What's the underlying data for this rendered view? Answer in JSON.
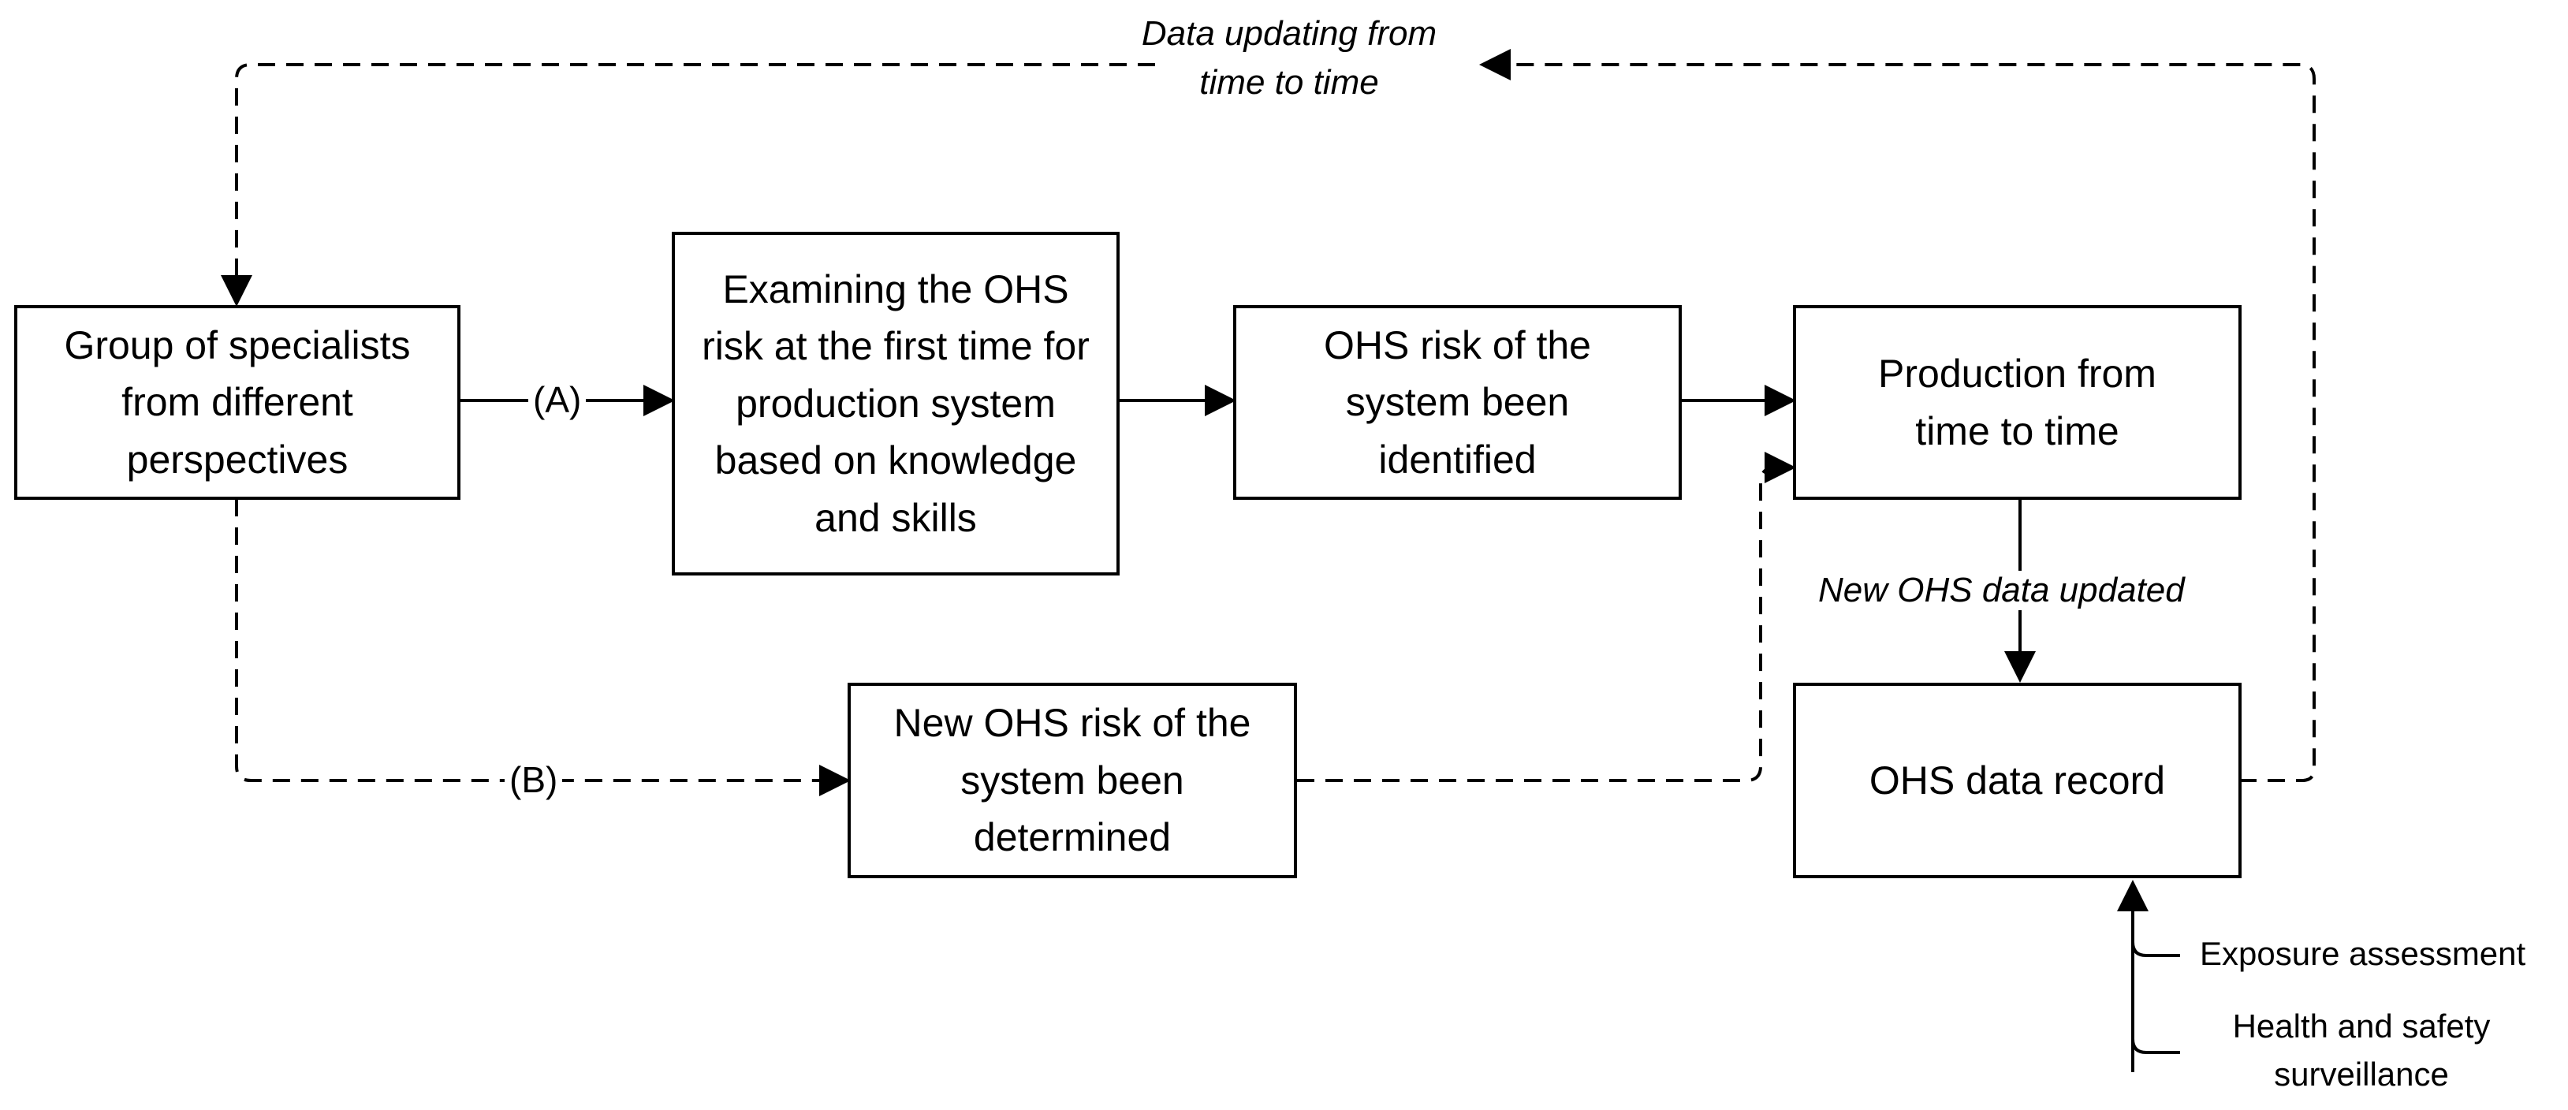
{
  "boxes": {
    "specialists": "Group of specialists from different perspectives",
    "examining": "Examining the OHS risk at the first time for production system based on knowledge and skills",
    "identified": "OHS risk of the system been identified",
    "production": "Production from time to time",
    "new_risk": "New OHS risk of the system been determined",
    "record": "OHS data record"
  },
  "labels": {
    "feedback": "Data updating from time to time",
    "path_a": "(A)",
    "path_b": "(B)",
    "new_data": "New OHS data updated",
    "exposure": "Exposure assessment",
    "surveillance": "Health and safety surveillance"
  }
}
